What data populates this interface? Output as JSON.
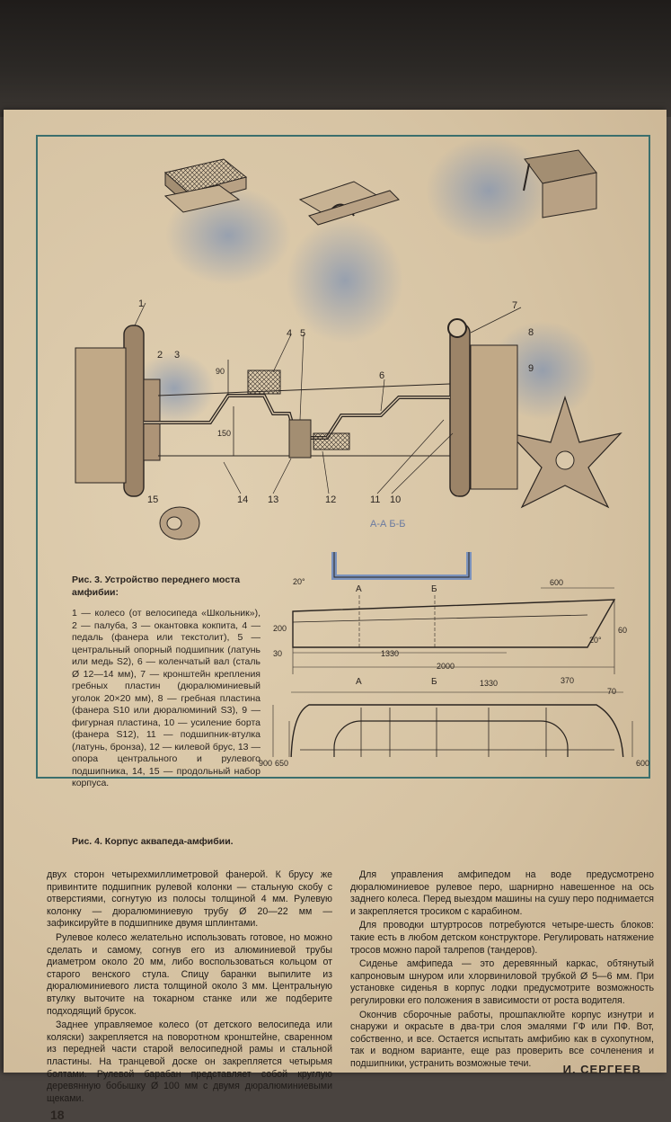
{
  "figure3": {
    "caption_title": "Рис. 3. Устройство переднего моста амфибии:",
    "caption_body": "1 — колесо (от велосипеда «Школьник»), 2 — палуба, 3 — окантовка кокпита, 4 — педаль (фанера или текстолит), 5 — центральный опорный подшипник (латунь или медь S2), 6 — коленчатый вал (сталь Ø 12—14 мм), 7 — кронштейн крепления гребных пластин (дюралюминиевый уголок 20×20 мм), 8 — гребная пластина (фанера S10 или дюралюминий S3), 9 — фигурная пластина, 10 — усиление борта (фанера S12), 11 — подшипник-втулка (латунь, бронза), 12 — килевой брус, 13 — опора центрального и рулевого подшипника, 14, 15 — продольный набор корпуса.",
    "callouts": [
      "1",
      "2",
      "3",
      "4",
      "5",
      "6",
      "7",
      "8",
      "9",
      "10",
      "11",
      "12",
      "13",
      "14",
      "15"
    ],
    "dims": [
      "90",
      "150"
    ],
    "section_label": "А-А  Б-Б"
  },
  "figure4": {
    "caption": "Рис. 4. Корпус аквапеда-амфибии.",
    "dims": [
      "20°",
      "600",
      "200",
      "30",
      "60",
      "20°",
      "1330",
      "2000",
      "А",
      "Б",
      "1330",
      "370",
      "70",
      "900",
      "650",
      "600",
      "А",
      "Б"
    ]
  },
  "text": {
    "left": [
      "двух сторон четырехмиллиметровой фанерой. К брусу же привинтите подшипник рулевой колонки — стальную скобу с отверстиями, согнутую из полосы толщиной 4 мм. Рулевую колонку — дюралюминиевую трубу Ø 20—22 мм — зафиксируйте в подшипнике двумя шплинтами.",
      "Рулевое колесо желательно использовать готовое, но можно сделать и самому, согнув его из алюминиевой трубы диаметром около 20 мм, либо воспользоваться кольцом от старого венского стула. Спицу баранки выпилите из дюралюминиевого листа толщиной около 3 мм. Центральную втулку выточите на токарном станке или же подберите подходящий брусок.",
      "Заднее управляемое колесо (от детского велосипеда или коляски) закрепляется на поворотном кронштейне, сваренном из передней части старой велосипедной рамы и стальной пластины. На транцевой доске он закрепляется четырьмя болтами. Рулевой барабан представляет собой круглую деревянную бобышку Ø 100 мм с двумя дюралюминиевыми щеками."
    ],
    "right": [
      "Для управления амфипедом на воде предусмотрено дюралюминиевое рулевое перо, шарнирно навешенное на ось заднего колеса. Перед выездом машины на сушу перо поднимается и закрепляется тросиком с карабином.",
      "Для проводки штуртросов потребуются четыре-шесть блоков: такие есть в любом детском конструкторе. Регулировать натяжение тросов можно парой талрепов (тандеров).",
      "Сиденье амфипеда — это деревянный каркас, обтянутый капроновым шнуром или хлорвиниловой трубкой Ø 5—6 мм. При установке сиденья в корпус лодки предусмотрите возможность регулировки его положения в зависимости от роста водителя.",
      "Окончив сборочные работы, прошпаклюйте корпус изнутри и снаружи и окрасьте в два-три слоя эмалями ГФ или ПФ. Вот, собственно, и все. Остается испытать амфибию как в сухопутном, так и водном варианте, еще раз проверить все сочленения и подшипники, устранить возможные течи."
    ],
    "author": "И. СЕРГЕЕВ",
    "page_number": "18"
  },
  "colors": {
    "paper": "#d9c7a9",
    "ink": "#2a2420",
    "frame": "#3b6f6d",
    "tint": "#6b86b3"
  }
}
